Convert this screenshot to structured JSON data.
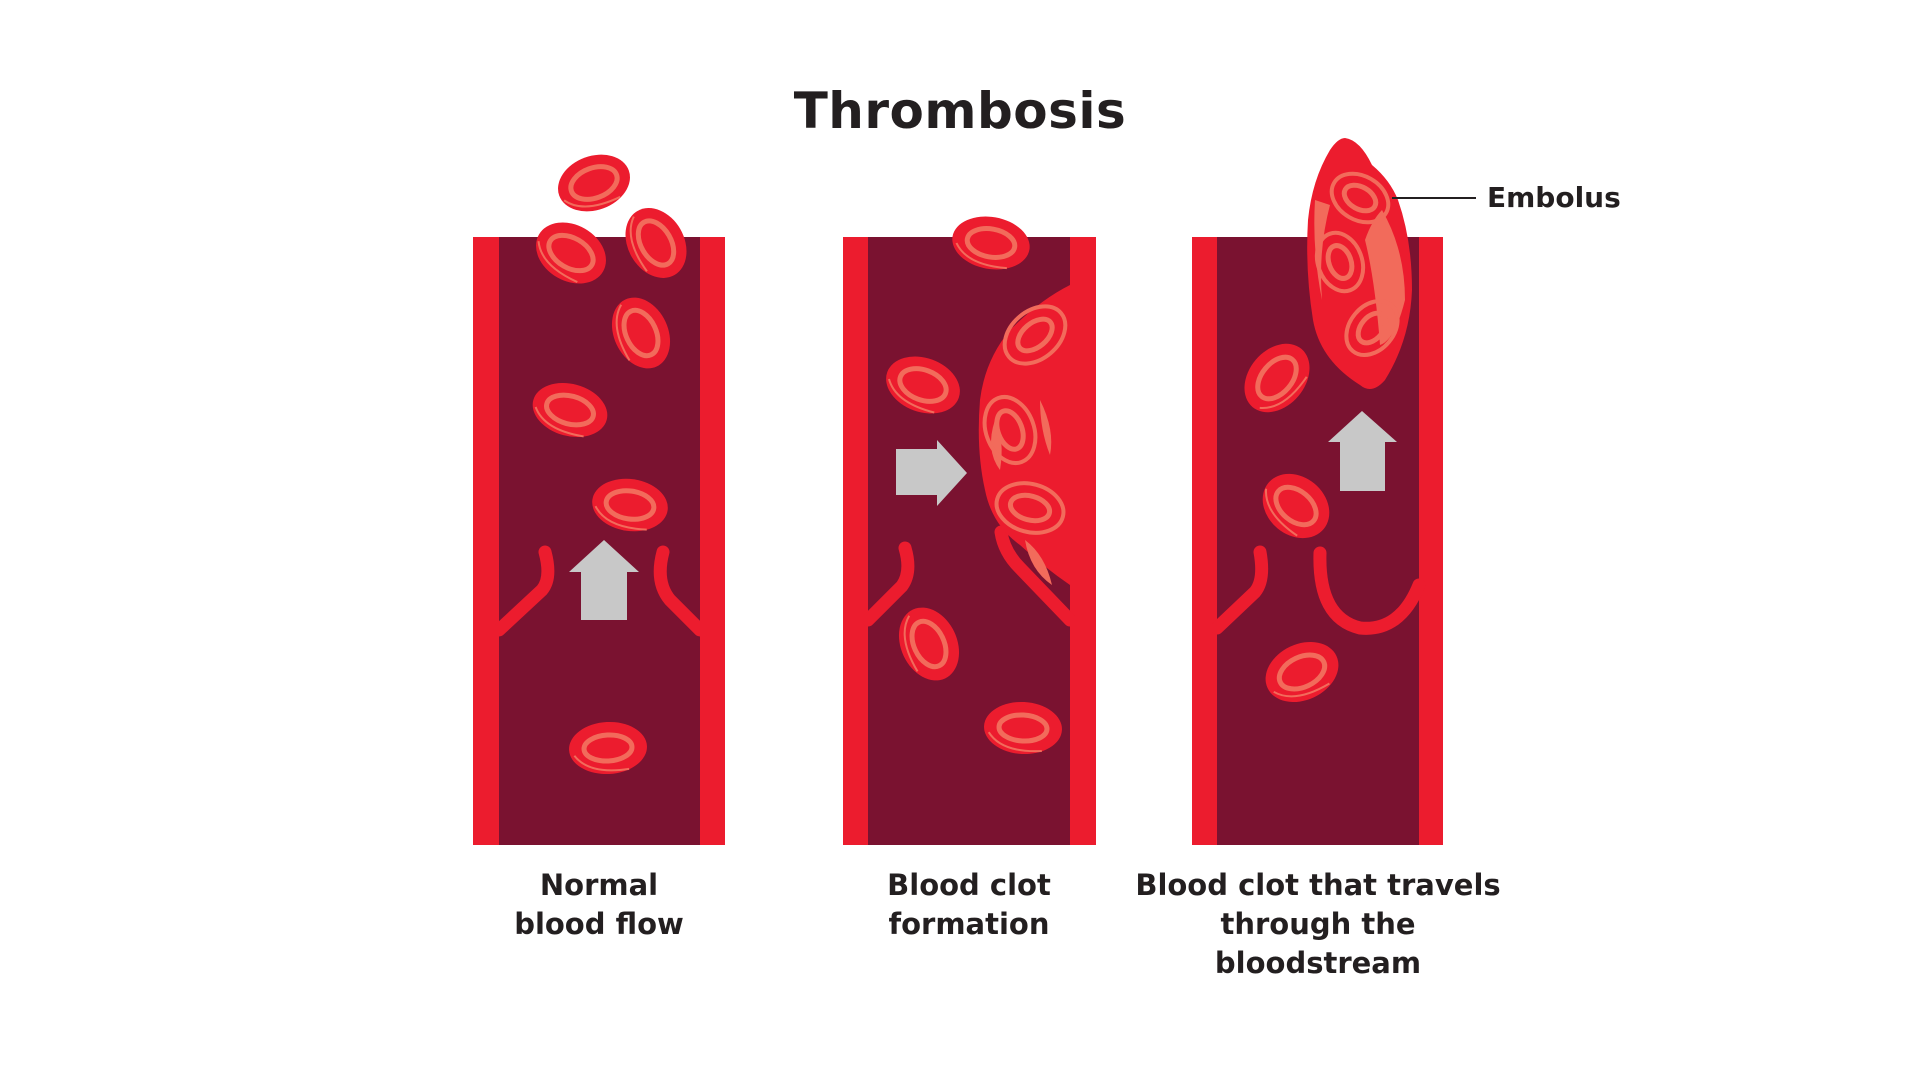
{
  "title": "Thrombosis",
  "colors": {
    "vessel_wall": "#ec1c2e",
    "vessel_lumen": "#7a1230",
    "cell_fill": "#ec1c2e",
    "cell_highlight": "#f26b5b",
    "arrow": "#c8c8c8",
    "text": "#231f20"
  },
  "panels": [
    {
      "id": "normal",
      "caption_line1": "Normal",
      "caption_line2": "blood flow",
      "arrow_direction": "up"
    },
    {
      "id": "clot-formation",
      "caption_line1": "Blood clot",
      "caption_line2": "formation",
      "arrow_direction": "right"
    },
    {
      "id": "embolus",
      "caption_line1": "Blood clot that travels",
      "caption_line2": "through the bloodstream",
      "arrow_direction": "up",
      "callout": "Embolus"
    }
  ]
}
